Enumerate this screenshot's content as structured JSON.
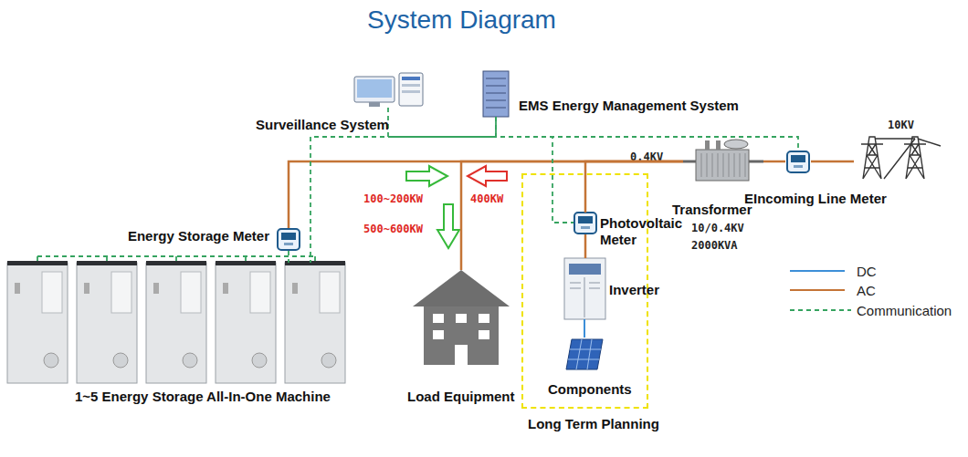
{
  "diagram": {
    "title": "System Diagram",
    "nodes": [
      {
        "text": [
          "Surveillance System"
        ]
      },
      {
        "text": [
          "EMS Energy Management System"
        ]
      },
      {
        "text": [
          "Energy Storage Meter"
        ]
      },
      {
        "text": [
          "1~5 Energy Storage All-In-One Machine"
        ]
      },
      {
        "text": [
          "Load Equipment"
        ]
      },
      {
        "text": [
          "Long Term Planning"
        ]
      },
      {
        "text": [
          "Photovoltaic Meter"
        ],
        "in": 5
      },
      {
        "text": [
          "Inverter"
        ],
        "in": 5
      },
      {
        "text": [
          "Components"
        ],
        "in": 5
      },
      {
        "text": [
          "Transformer",
          "10/0.4KV",
          "2000KVA"
        ]
      },
      {
        "text": [
          "EIncoming Line Meter"
        ]
      },
      {
        "text": [
          "10KV"
        ]
      }
    ],
    "edges": [
      {
        "from": 2,
        "to": 9,
        "arrow": "none"
      },
      {
        "from": 4,
        "to": 9,
        "arrow": "none"
      },
      {
        "from": 6,
        "to": 9,
        "arrow": "none"
      },
      {
        "from": 7,
        "to": 6,
        "arrow": "none"
      },
      {
        "from": 8,
        "to": 7,
        "arrow": "none"
      },
      {
        "from": 9,
        "to": 10,
        "arrow": "none"
      },
      {
        "from": 10,
        "to": 11,
        "arrow": "none"
      },
      {
        "from": 0,
        "to": 1,
        "arrow": "none"
      },
      {
        "from": 1,
        "to": 6,
        "arrow": "none"
      },
      {
        "from": 1,
        "to": 10,
        "arrow": "none"
      },
      {
        "from": 1,
        "to": 3,
        "arrow": "none"
      },
      {
        "from": 2,
        "to": 3,
        "arrow": "none"
      }
    ],
    "labels": [
      "0.4KV",
      "100~200KW",
      "400KW",
      "500~600KW"
    ],
    "legend": [
      {
        "text": "DC"
      },
      {
        "text": "AC"
      },
      {
        "text": "Communication"
      }
    ]
  }
}
